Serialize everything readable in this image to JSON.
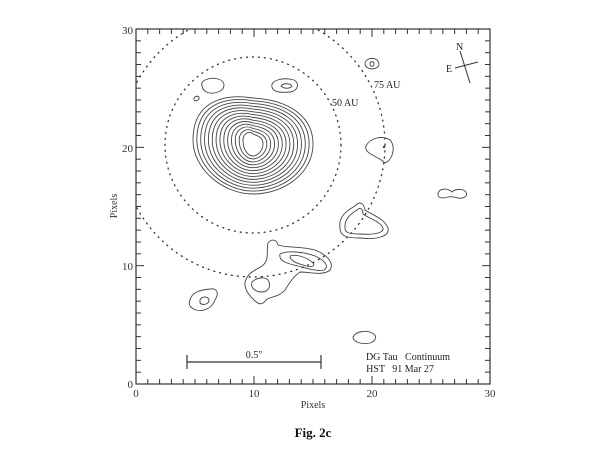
{
  "figure": {
    "caption": "Fig. 2c",
    "xlabel": "Pixels",
    "ylabel": "Pixels",
    "x_ticks": [
      "0",
      "10",
      "20",
      "30"
    ],
    "y_ticks": [
      "0",
      "10",
      "20",
      "30"
    ],
    "annotations": {
      "circle_inner": "50 AU",
      "circle_outer": "75 AU",
      "scale_bar": "0.5\"",
      "compass_north": "N",
      "compass_east": "E",
      "object_line1": "DG Tau   Continuum",
      "object_line2": "HST   91 Mar 27"
    }
  },
  "chart_data": {
    "type": "contour",
    "title": "DG Tau Continuum — HST 91 Mar 27",
    "caption": "Fig. 2c",
    "xlabel": "Pixels",
    "ylabel": "Pixels",
    "xlim": [
      0,
      30
    ],
    "ylim": [
      0,
      30
    ],
    "x_major_ticks": [
      0,
      10,
      20,
      30
    ],
    "y_major_ticks": [
      0,
      10,
      20,
      30
    ],
    "minor_tick_step": 1,
    "grid": false,
    "legend": null,
    "reference_circles": [
      {
        "label": "50 AU",
        "center": [
          9.9,
          20.2
        ],
        "radius_pixels": 7.4,
        "style": "dotted"
      },
      {
        "label": "75 AU",
        "center": [
          9.9,
          20.2
        ],
        "radius_pixels": 11.2,
        "style": "dotted"
      }
    ],
    "peak": {
      "x": 9.9,
      "y": 20.2,
      "n_contours": 14
    },
    "features": [
      {
        "name": "main source",
        "center": [
          9.9,
          20.2
        ],
        "levels": 14
      },
      {
        "name": "blob NW",
        "center": [
          6.8,
          25.0
        ],
        "levels": 1
      },
      {
        "name": "blob N",
        "center": [
          13.8,
          25.2
        ],
        "levels": 2
      },
      {
        "name": "small blob",
        "center": [
          5.9,
          24.0
        ],
        "levels": 1
      },
      {
        "name": "blob top right",
        "center": [
          20.2,
          27.0
        ],
        "levels": 2
      },
      {
        "name": "blob E of circle",
        "center": [
          20.8,
          19.8
        ],
        "levels": 1
      },
      {
        "name": "heart blob",
        "center": [
          19.3,
          13.8
        ],
        "levels": 2
      },
      {
        "name": "knot arm",
        "center": [
          13.5,
          10.0
        ],
        "levels": 3
      },
      {
        "name": "blob lower left",
        "center": [
          6.0,
          7.0
        ],
        "levels": 2
      },
      {
        "name": "double blob far right",
        "center": [
          27.0,
          16.2
        ],
        "levels": 1
      },
      {
        "name": "blob bottom",
        "center": [
          19.4,
          4.0
        ],
        "levels": 1
      }
    ],
    "scale_bar": {
      "label": "0.5\"",
      "x_start": 4.3,
      "x_end": 15.8,
      "y": 1.8
    },
    "compass": {
      "N": "up-left tilted",
      "E": "left"
    },
    "annotations": [
      "50 AU",
      "75 AU",
      "DG Tau   Continuum",
      "HST   91 Mar 27"
    ]
  }
}
